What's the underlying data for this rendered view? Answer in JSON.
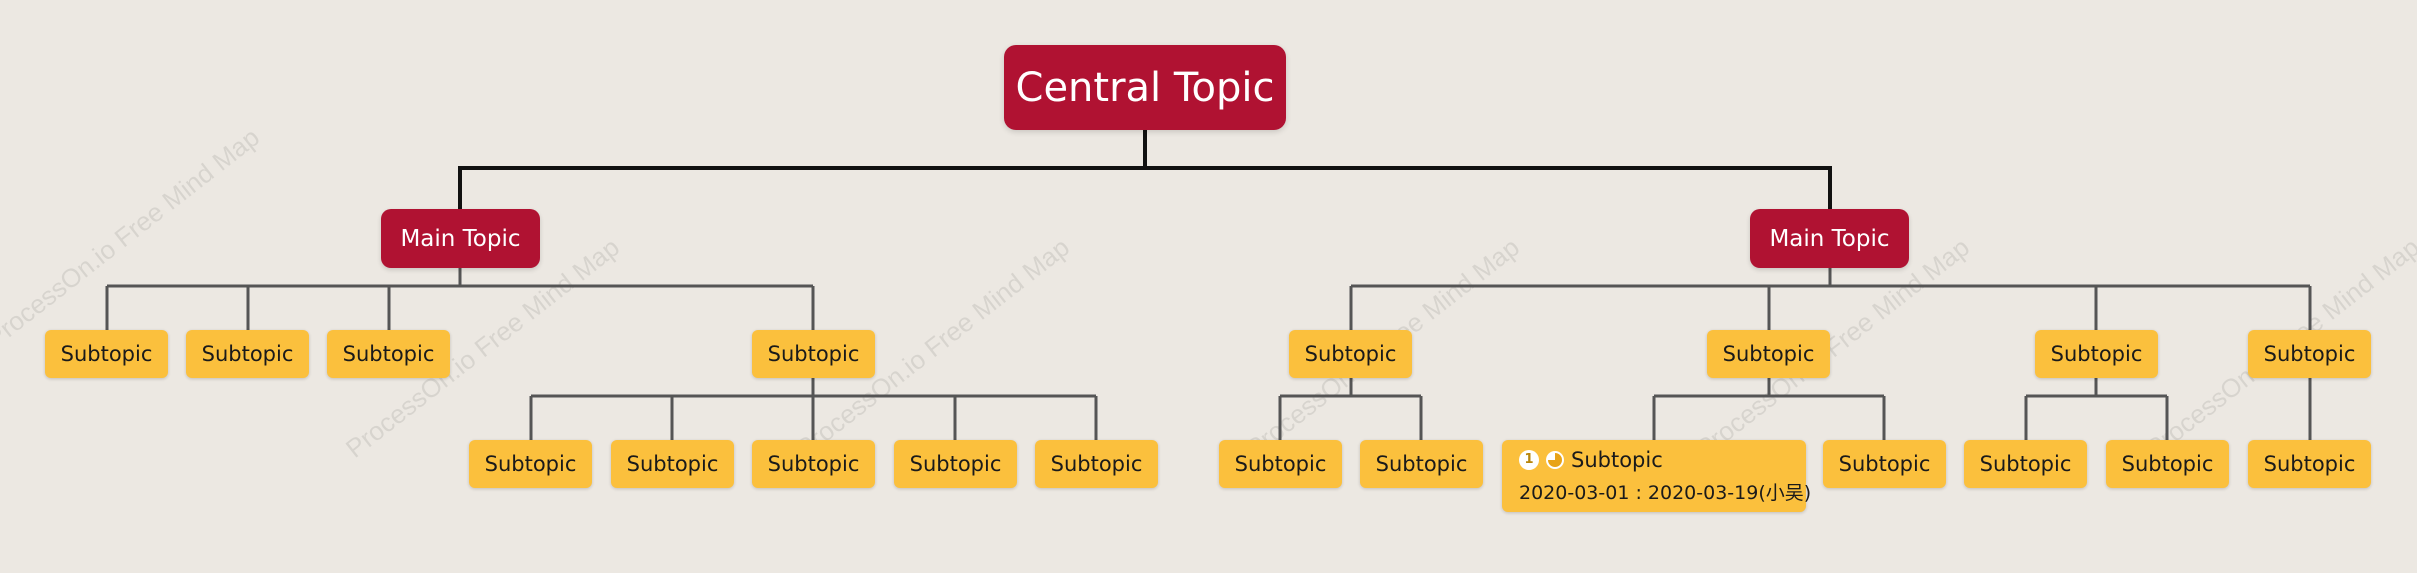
{
  "central": {
    "label": "Central Topic"
  },
  "watermark": "ProcessOn.io Free Mind Map",
  "colors": {
    "background": "#ece8e2",
    "primary": "#b01232",
    "secondary": "#fbc03d",
    "connector": "#555555"
  },
  "main_topics": [
    {
      "label": "Main Topic",
      "subtopics": [
        {
          "label": "Subtopic",
          "children": []
        },
        {
          "label": "Subtopic",
          "children": []
        },
        {
          "label": "Subtopic",
          "children": []
        },
        {
          "label": "Subtopic",
          "children": [
            {
              "label": "Subtopic"
            },
            {
              "label": "Subtopic"
            },
            {
              "label": "Subtopic"
            },
            {
              "label": "Subtopic"
            },
            {
              "label": "Subtopic"
            }
          ]
        }
      ]
    },
    {
      "label": "Main Topic",
      "subtopics": [
        {
          "label": "Subtopic",
          "children": [
            {
              "label": "Subtopic"
            },
            {
              "label": "Subtopic"
            }
          ]
        },
        {
          "label": "Subtopic",
          "children": [
            {
              "label": "Subtopic",
              "priority": "1",
              "progress_icon": "progress-pie-icon",
              "progress": 0.75,
              "dates": "2020-03-01 : 2020-03-19(小吴)"
            },
            {
              "label": "Subtopic"
            }
          ]
        },
        {
          "label": "Subtopic",
          "children": [
            {
              "label": "Subtopic"
            },
            {
              "label": "Subtopic"
            }
          ]
        },
        {
          "label": "Subtopic",
          "children": [
            {
              "label": "Subtopic"
            }
          ]
        }
      ]
    }
  ]
}
